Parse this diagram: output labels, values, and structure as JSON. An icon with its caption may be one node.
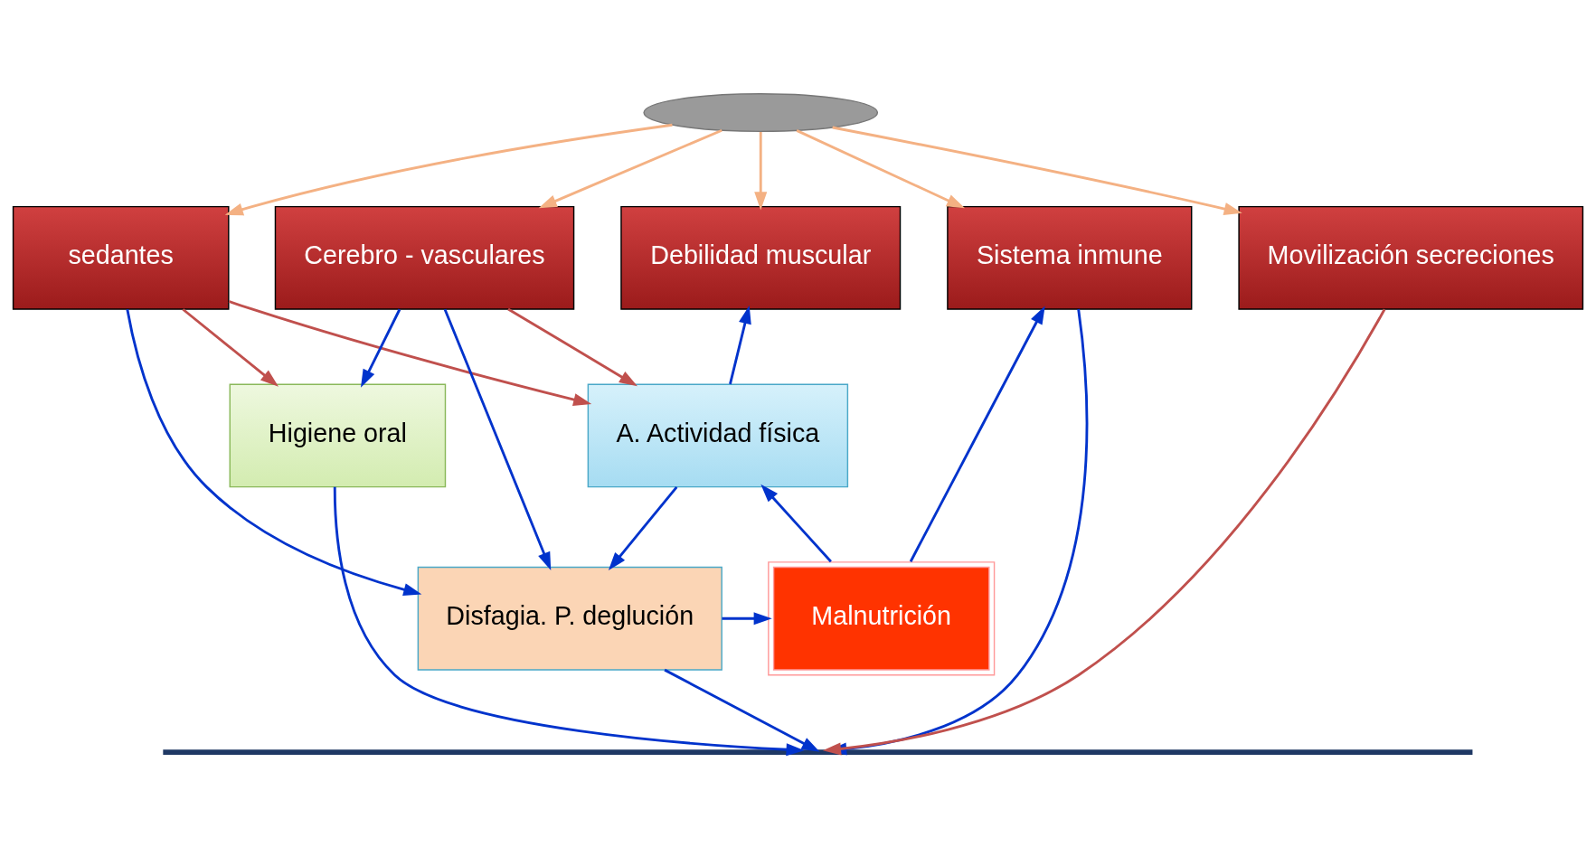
{
  "diagram": {
    "nodes": [
      {
        "text": [],
        "shape": "ellipse"
      },
      {
        "text": [
          "sedantes"
        ]
      },
      {
        "text": [
          "Cerebro - vasculares"
        ]
      },
      {
        "text": [
          "Debilidad muscular"
        ]
      },
      {
        "text": [
          "Sistema inmune"
        ]
      },
      {
        "text": [
          "Movilización secreciones"
        ]
      },
      {
        "text": [
          "A. Actividad física"
        ]
      },
      {
        "text": [
          "Higiene oral"
        ]
      },
      {
        "text": [
          "Disfagia. P. deglución"
        ]
      },
      {
        "text": [
          "Malnutrición"
        ]
      },
      {
        "text": [],
        "shape": "bar"
      }
    ],
    "edges": [
      {
        "from": 0,
        "to": 1,
        "arrow": "to",
        "color": "#f4b183"
      },
      {
        "from": 0,
        "to": 2,
        "arrow": "to",
        "color": "#f4b183"
      },
      {
        "from": 0,
        "to": 3,
        "arrow": "to",
        "color": "#f4b183"
      },
      {
        "from": 0,
        "to": 4,
        "arrow": "to",
        "color": "#f4b183"
      },
      {
        "from": 0,
        "to": 5,
        "arrow": "to",
        "color": "#f4b183"
      },
      {
        "from": 1,
        "to": 7,
        "arrow": "to",
        "color": "#c0504d"
      },
      {
        "from": 1,
        "to": 6,
        "arrow": "to",
        "color": "#c0504d"
      },
      {
        "from": 1,
        "to": 8,
        "arrow": "to"
      },
      {
        "from": 2,
        "to": 6,
        "arrow": "to",
        "color": "#c0504d"
      },
      {
        "from": 2,
        "to": 7,
        "arrow": "to"
      },
      {
        "from": 2,
        "to": 8,
        "arrow": "to"
      },
      {
        "from": 6,
        "to": 3,
        "arrow": "to"
      },
      {
        "from": 9,
        "to": 6,
        "arrow": "to"
      },
      {
        "from": 9,
        "to": 4,
        "arrow": "to"
      },
      {
        "from": 6,
        "to": 8,
        "arrow": "to"
      },
      {
        "from": 8,
        "to": 9,
        "arrow": "to"
      },
      {
        "from": 4,
        "to": 10,
        "arrow": "to"
      },
      {
        "from": 5,
        "to": 10,
        "arrow": "to",
        "color": "#c0504d"
      },
      {
        "from": 7,
        "to": 10,
        "arrow": "to"
      },
      {
        "from": 8,
        "to": 10,
        "arrow": "to"
      }
    ]
  }
}
